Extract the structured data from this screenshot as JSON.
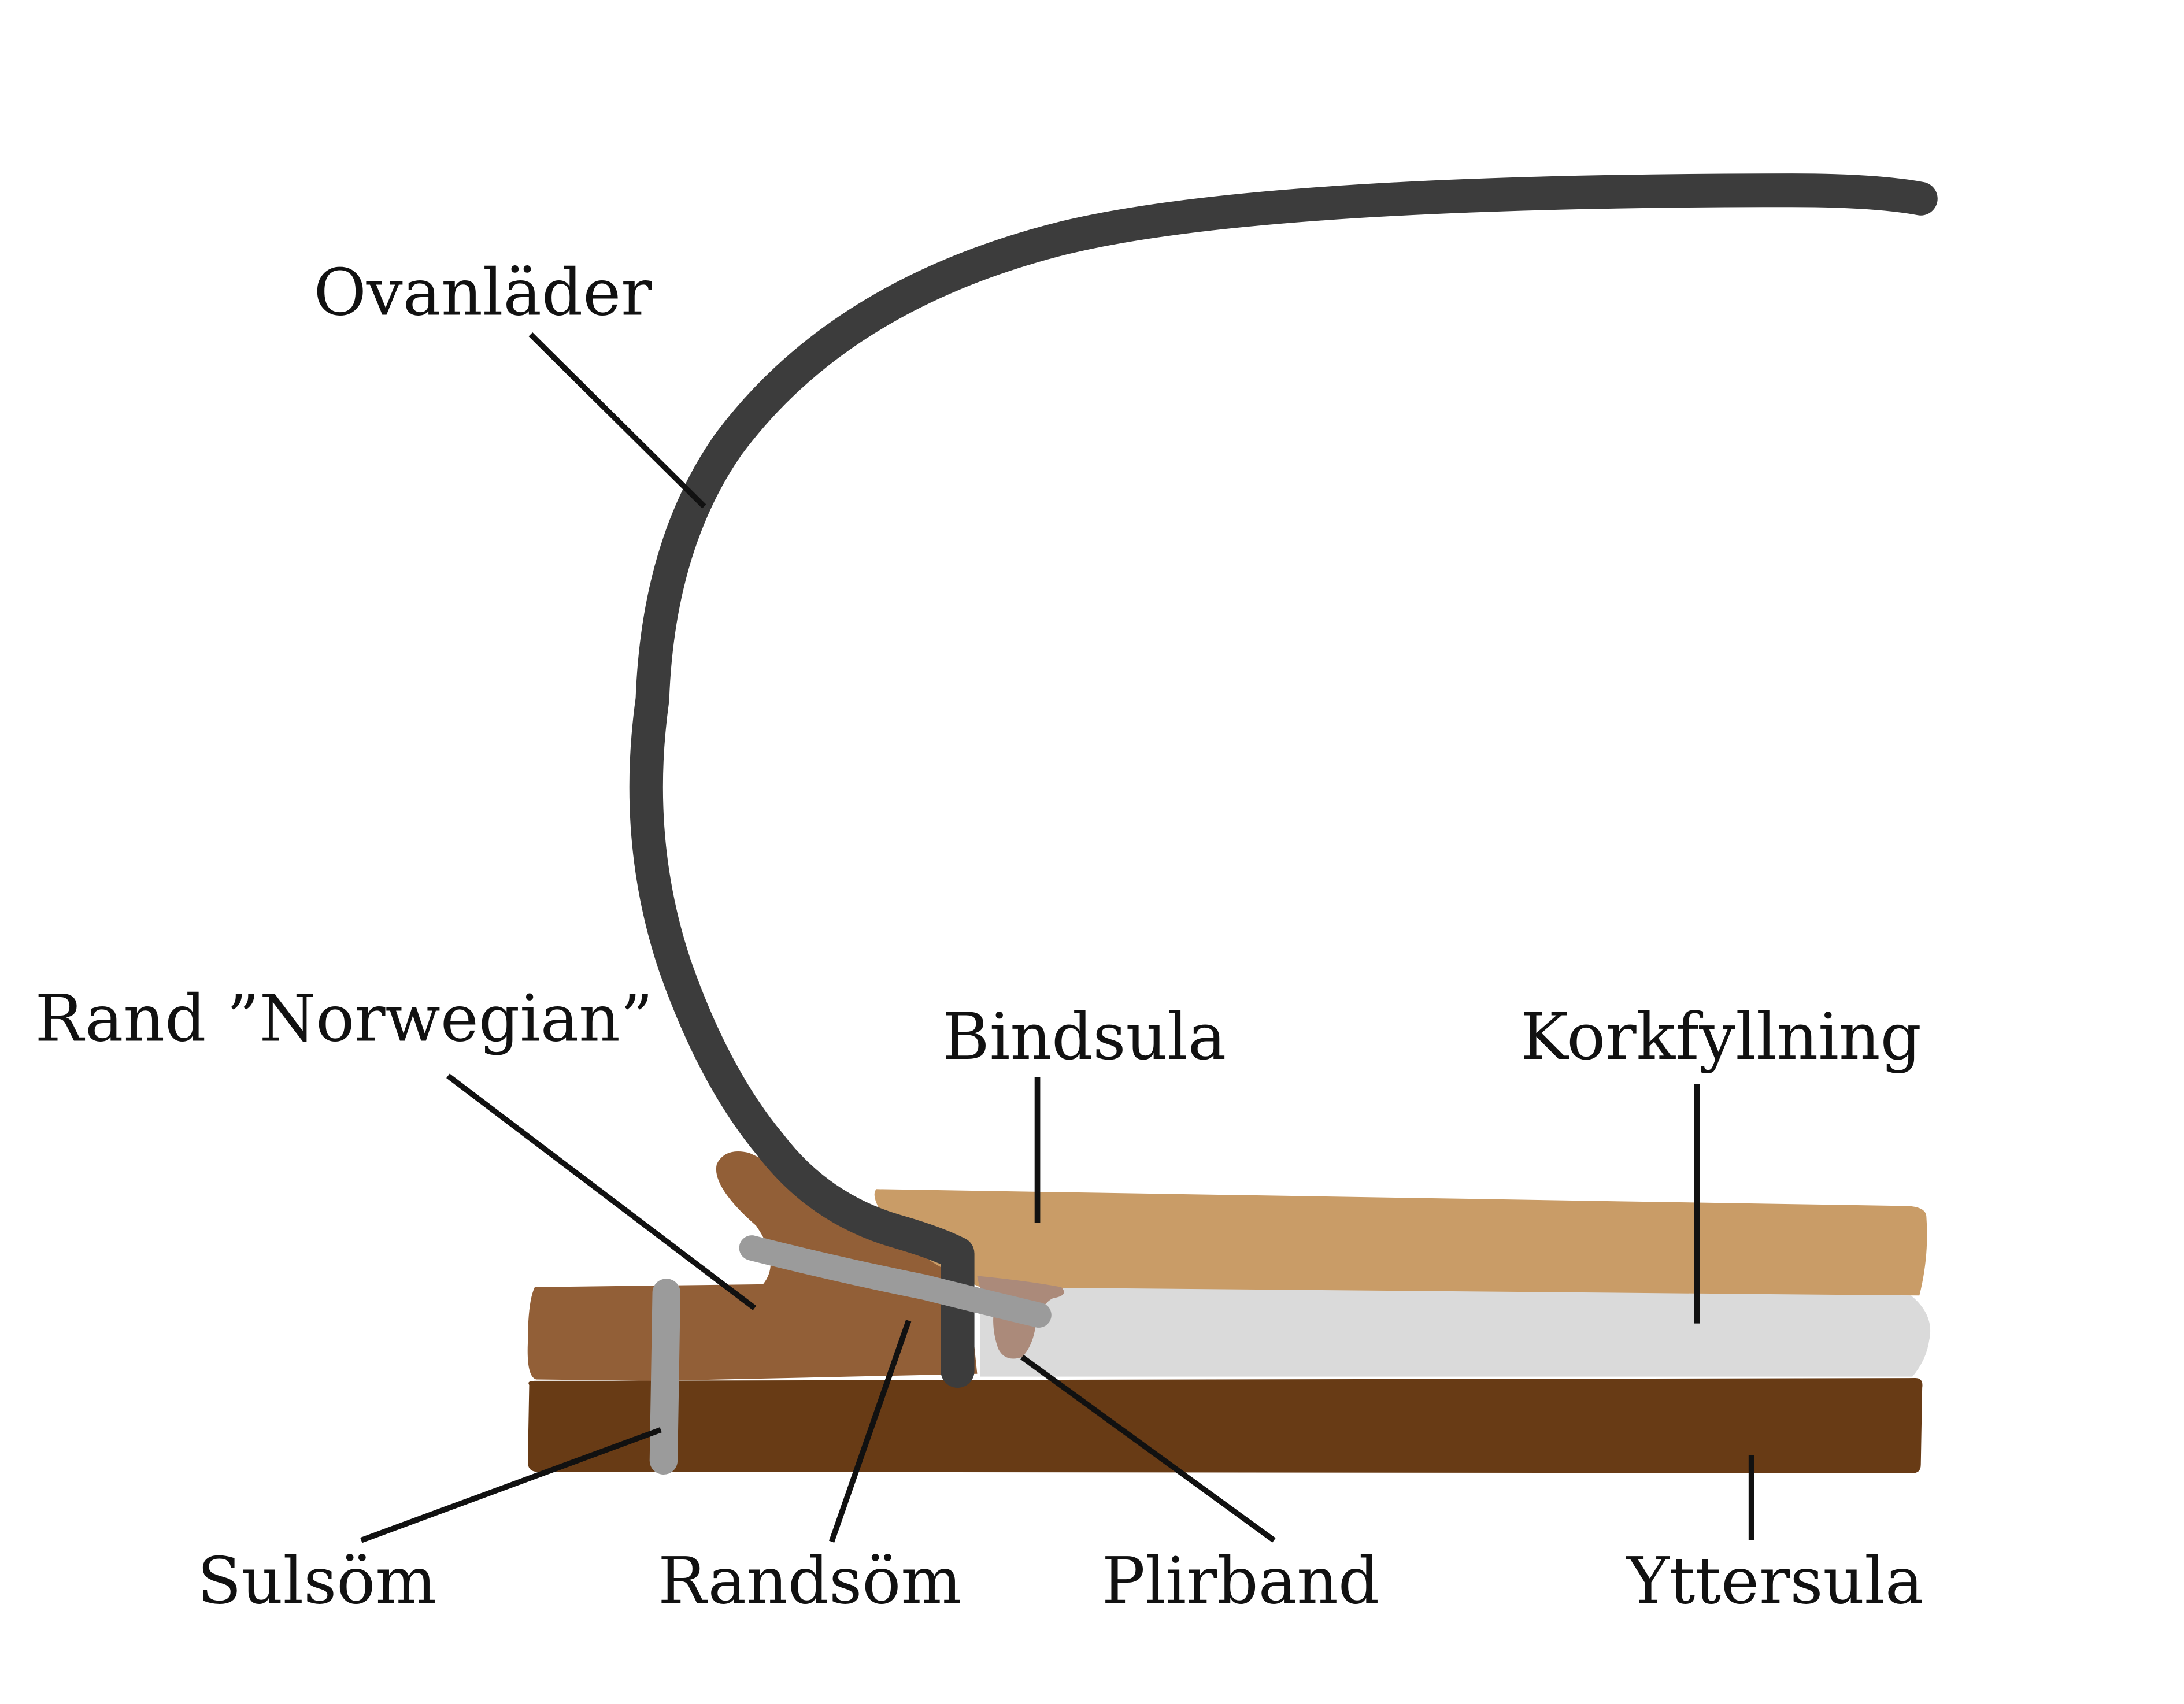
{
  "labels": {
    "ovanlader": "Ovanläder",
    "rand_norwegian": "Rand ”Norwegian”",
    "bindsula": "Bindsula",
    "korkfyllning": "Korkfyllning",
    "sulsom": "Sulsöm",
    "randsom": "Randsöm",
    "plirband": "Plirband",
    "yttersula": "Yttersula"
  },
  "colors": {
    "ovanlader": "#3c3c3c",
    "rand": "#925f37",
    "bindsula": "#c99c67",
    "korkfyllning": "#dadada",
    "plirband": "#ab8a7a",
    "yttersula": "#683b15",
    "stitch": "#9b9b9b"
  }
}
